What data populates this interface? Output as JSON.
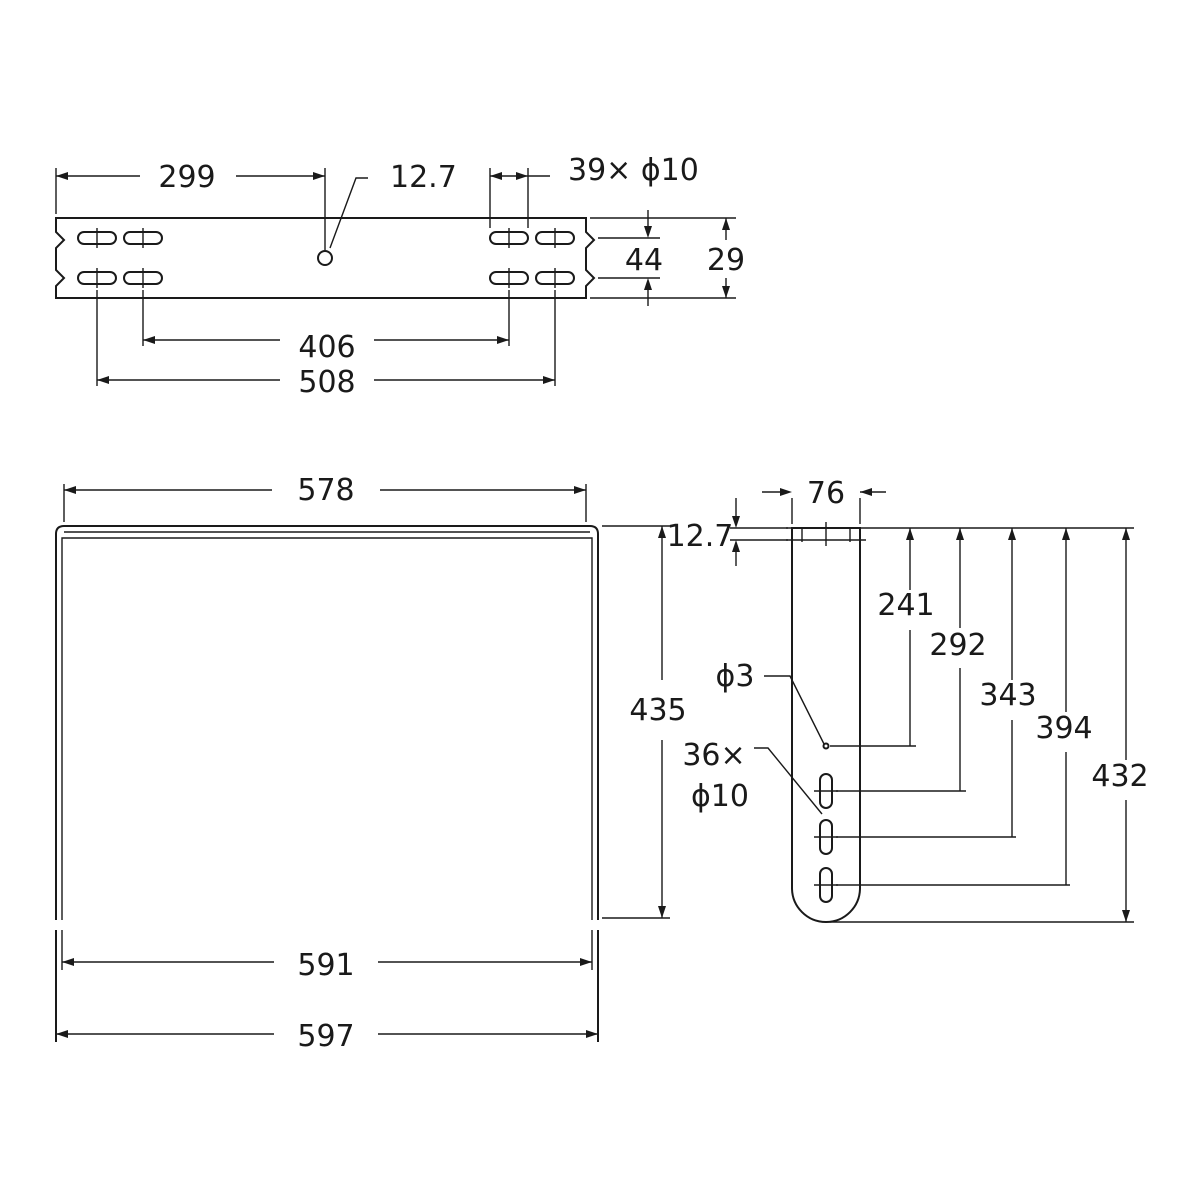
{
  "top_view": {
    "dim_299": "299",
    "dim_12_7": "12.7",
    "dim_slots": "39× ϕ10",
    "dim_44": "44",
    "dim_29": "29",
    "dim_406": "406",
    "dim_508": "508"
  },
  "front_view": {
    "dim_578": "578",
    "dim_435": "435",
    "dim_591": "591",
    "dim_597": "597"
  },
  "side_view": {
    "dim_76": "76",
    "dim_12_7": "12.7",
    "dim_241": "241",
    "dim_292": "292",
    "dim_343": "343",
    "dim_394": "394",
    "dim_432": "432",
    "dim_hole": "ϕ3",
    "dim_slots_count": "36×",
    "dim_slots_dia": "ϕ10"
  }
}
